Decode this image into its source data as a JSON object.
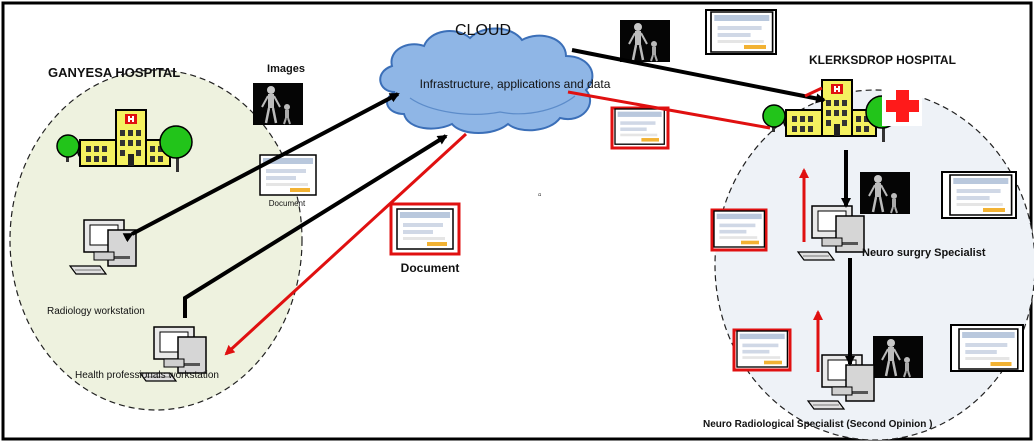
{
  "labels": {
    "cloud_title": "CLOUD",
    "cloud_subtitle": "Infrastructure, applications and data",
    "left_hospital": "GANYESA HOSPITAL",
    "images_label": "Images",
    "doc_small_label": "Document",
    "radiology_ws": "Radiology workstation",
    "health_ws": "Health professionals workstation",
    "document_label": "Document",
    "right_hospital": "KLERKSDROP HOSPITAL",
    "neuro_surgery": "Neuro surgry Specialist",
    "neuro_radiology": "Neuro Radiological Specialist (Second Opinion )"
  },
  "colors": {
    "cloud": "#8fb6e6",
    "cloud_dark": "#3b6fb8",
    "left_zone": "#eef2df",
    "right_zone": "#eef2f7",
    "black_arrow": "#000000",
    "red_arrow": "#e01010",
    "tree": "#22c41a",
    "building": "#f4f160",
    "red_cross": "#ff1a1a"
  },
  "icons": [
    "hospital-building-icon",
    "computer-workstation-icon",
    "xray-image-icon",
    "document-icon",
    "red-cross-icon",
    "cloud-icon"
  ]
}
